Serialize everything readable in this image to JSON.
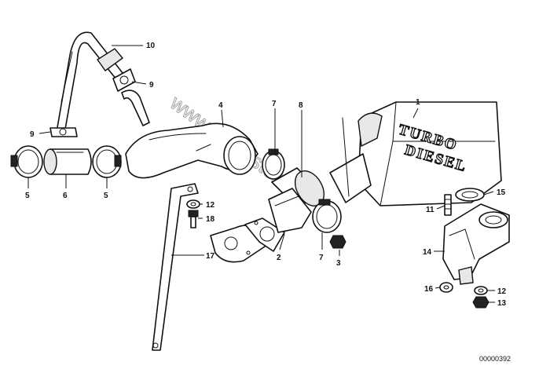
{
  "callouts": [
    {
      "id": "c1",
      "text": "1"
    },
    {
      "id": "c2",
      "text": "2"
    },
    {
      "id": "c3",
      "text": "3"
    },
    {
      "id": "c4",
      "text": "4"
    },
    {
      "id": "c5a",
      "text": "5"
    },
    {
      "id": "c5b",
      "text": "5"
    },
    {
      "id": "c6",
      "text": "6"
    },
    {
      "id": "c7a",
      "text": "7"
    },
    {
      "id": "c7b",
      "text": "7"
    },
    {
      "id": "c8",
      "text": "8"
    },
    {
      "id": "c9a",
      "text": "9"
    },
    {
      "id": "c9b",
      "text": "9"
    },
    {
      "id": "c10",
      "text": "10"
    },
    {
      "id": "c11",
      "text": "11"
    },
    {
      "id": "c12a",
      "text": "12"
    },
    {
      "id": "c12b",
      "text": "12"
    },
    {
      "id": "c13",
      "text": "13"
    },
    {
      "id": "c14",
      "text": "14"
    },
    {
      "id": "c15",
      "text": "15"
    },
    {
      "id": "c16",
      "text": "16"
    },
    {
      "id": "c17",
      "text": "17"
    },
    {
      "id": "c18",
      "text": "18"
    }
  ],
  "cover_text": {
    "line1": "TURBO",
    "line2": "DIESEL"
  },
  "watermark": "www.BMWstore.pl",
  "diagram_ref": "00000392"
}
